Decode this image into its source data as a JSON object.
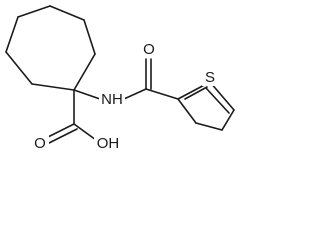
{
  "molecule": {
    "atom_labels": {
      "carbonyl_oxygen": "O",
      "amide_nh": "NH",
      "thiophene_sulfur": "S",
      "acid_oxygen": "O",
      "hydroxyl": "OH"
    },
    "colors": {
      "bond": "#1a1a1a",
      "label": "#1a1a1a",
      "background": "#ffffff"
    }
  }
}
